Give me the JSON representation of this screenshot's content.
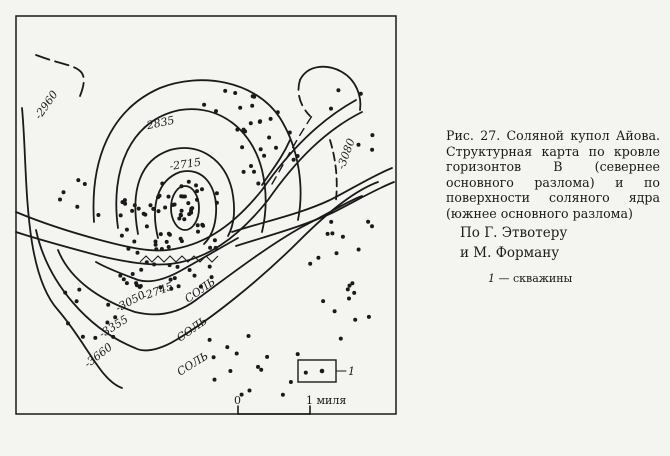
{
  "caption": {
    "text": "Рис. 27. Соляной купол Айова. Структурная карта по кровле горизонтов В (севернее основного разлома) и по поверхности соляного ядра (южнее основного разлома)",
    "authors_line1": "По Г. Этвотеру",
    "authors_line2": "и М. Форману",
    "legend_number": "1",
    "legend_text": " — скважины"
  },
  "map": {
    "contour_labels": [
      "-2960",
      "-2835",
      "-2715",
      "-2745",
      "-3050",
      "-3355",
      "-3660",
      "-3080"
    ],
    "salt_label": "СОЛЬ",
    "legend_box_number": "1",
    "scale_start": "0",
    "scale_end": "1 миля"
  }
}
